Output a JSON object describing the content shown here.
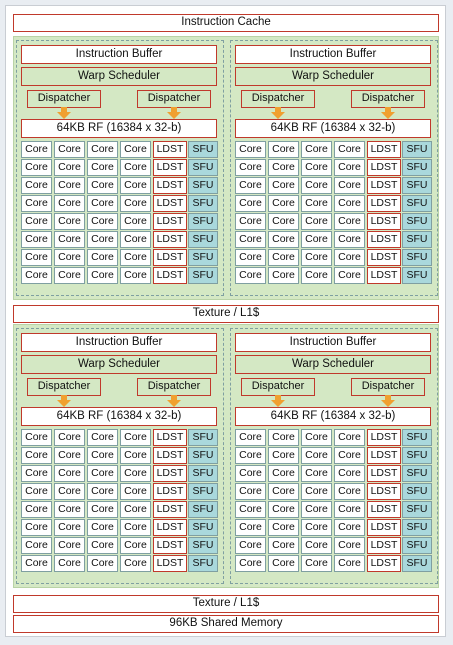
{
  "labels": {
    "instruction_cache": "Instruction Cache",
    "instruction_buffer": "Instruction Buffer",
    "warp_scheduler": "Warp Scheduler",
    "dispatcher": "Dispatcher",
    "register_file": "64KB RF (16384 x 32-b)",
    "core": "Core",
    "ldst": "LDST",
    "sfu": "SFU",
    "texture_l1": "Texture / L1$",
    "shared_memory": "96KB Shared Memory"
  },
  "layout_counts": {
    "clusters": 2,
    "sms_per_cluster": 2,
    "dispatchers_per_sm": 2,
    "rows_per_sm": 8,
    "cores_per_row": 4,
    "ldst_per_row": 1,
    "sfu_per_row": 1
  },
  "colors": {
    "outline_red": "#c0392b",
    "fill_green": "#d4e8c4",
    "sfu_teal": "#a9d8dc",
    "arrow_orange": "#f0a030",
    "dash_gray": "#7f9fa1"
  }
}
